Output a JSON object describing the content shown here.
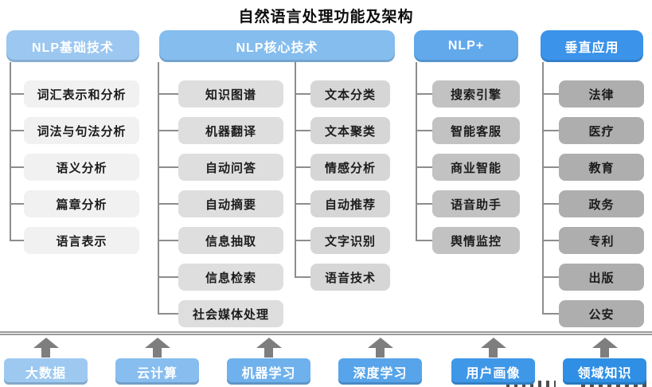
{
  "title": "自然语言处理功能及架构",
  "columns": [
    {
      "header": "NLP基础技术",
      "header_color": "#9bc7f0",
      "groups": [
        {
          "item_color": "#f1f1f1",
          "items": [
            "词汇表示和分析",
            "词法与句法分析",
            "语义分析",
            "篇章分析",
            "语言表示"
          ]
        }
      ]
    },
    {
      "header": "NLP核心技术",
      "header_color": "#85bdee",
      "groups": [
        {
          "item_color": "#dedede",
          "items": [
            "知识图谱",
            "机器翻译",
            "自动问答",
            "自动摘要",
            "信息抽取",
            "信息检索",
            "社会媒体处理"
          ]
        },
        {
          "item_color": "#d6d6d6",
          "items": [
            "文本分类",
            "文本聚类",
            "情感分析",
            "自动推荐",
            "文字识别",
            "语音技术"
          ]
        }
      ]
    },
    {
      "header": "NLP+",
      "header_color": "#62a9ec",
      "groups": [
        {
          "item_color": "#c2c2c2",
          "items": [
            "搜索引擎",
            "智能客服",
            "商业智能",
            "语音助手",
            "舆情监控"
          ]
        }
      ]
    },
    {
      "header": "垂直应用",
      "header_color": "#3b93ea",
      "groups": [
        {
          "item_color": "#aeaeae",
          "items": [
            "法律",
            "医疗",
            "教育",
            "政务",
            "专利",
            "出版",
            "公安"
          ]
        }
      ]
    }
  ],
  "foundation": {
    "items": [
      {
        "label": "大数据",
        "color": "#9dc9f1"
      },
      {
        "label": "云计算",
        "color": "#87bdef"
      },
      {
        "label": "机器学习",
        "color": "#6fb1ec"
      },
      {
        "label": "深度学习",
        "color": "#57a4ea"
      },
      {
        "label": "用户画像",
        "color": "#3f97e8"
      },
      {
        "label": "领域知识",
        "color": "#2f8fe4"
      }
    ]
  },
  "colors": {
    "connector": "#8d8d8d",
    "arrow": "#7e7e7e",
    "divider": "#9b9b9b",
    "title_text": "#0d0d0d",
    "item_text": "#1c1c1c",
    "header_text": "#ffffff"
  }
}
